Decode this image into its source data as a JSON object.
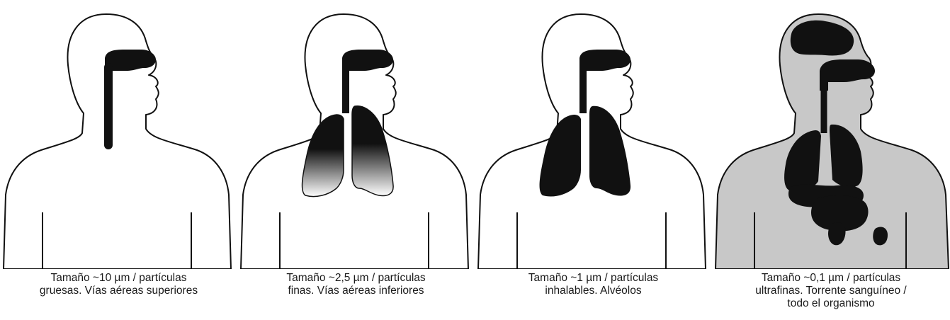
{
  "panels": [
    {
      "id": "coarse",
      "fill_body": "#ffffff",
      "caption_lines": [
        "Tamaño ~10 µm / partículas",
        "gruesas. Vías aéreas superiores"
      ]
    },
    {
      "id": "fine",
      "fill_body": "#ffffff",
      "caption_lines": [
        "Tamaño ~2,5 µm / partículas",
        "finas. Vías aéreas inferiores"
      ]
    },
    {
      "id": "inhalable",
      "fill_body": "#ffffff",
      "caption_lines": [
        "Tamaño ~1 µm / partículas",
        "inhalables. Alvéolos"
      ]
    },
    {
      "id": "ultrafine",
      "fill_body": "#c8c8c8",
      "caption_lines": [
        "Tamaño ~0,1 µm / partículas",
        "ultrafinas. Torrente sanguíneo /",
        "todo el organismo"
      ]
    }
  ],
  "colors": {
    "organ": "#111111",
    "outline": "#111111",
    "gradient_top": "#111111",
    "gradient_bottom": "#ffffff"
  }
}
